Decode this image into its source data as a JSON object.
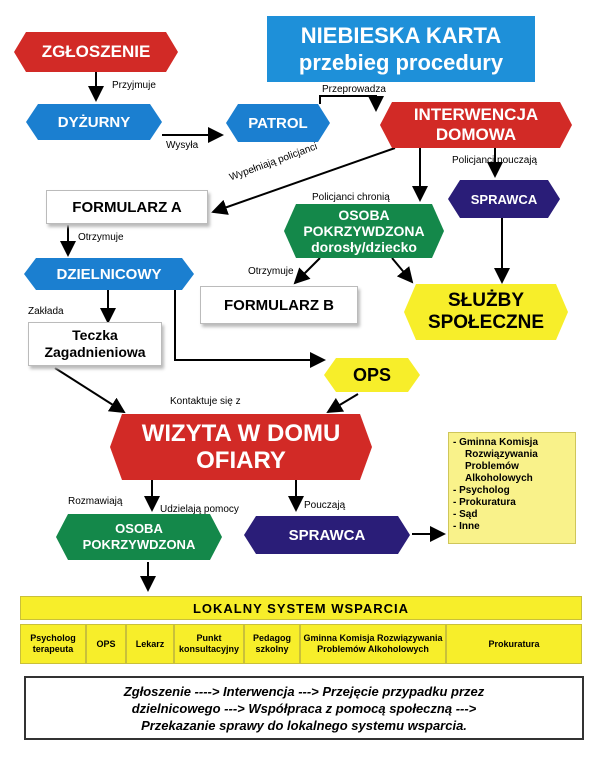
{
  "header": {
    "line1": "NIEBIESKA KARTA",
    "line2": "przebieg procedury"
  },
  "nodes": {
    "zgloszenie": "ZGŁOSZENIE",
    "dyzurny": "DYŻURNY",
    "patrol": "PATROL",
    "interwencja": "INTERWENCJA DOMOWA",
    "formularz_a": "FORMULARZ A",
    "osoba_pokrzywdzona_top": "OSOBA POKRZYWDZONA dorosły/dziecko",
    "sprawca_top": "SPRAWCA",
    "dzielnicowy": "DZIELNICOWY",
    "formularz_b": "FORMULARZ B",
    "sluzby": "SŁUŻBY SPOŁECZNE",
    "teczka": "Teczka Zagadnieniowa",
    "ops": "OPS",
    "wizyta": "WIZYTA W DOMU OFIARY",
    "osoba_pokrzywdzona_bottom": "OSOBA POKRZYWDZONA",
    "sprawca_bottom": "SPRAWCA"
  },
  "labels": {
    "przyjmuje": "Przyjmuje",
    "wysyla": "Wysyła",
    "przeprowadza": "Przeprowadza",
    "wypelniaja": "Wypełniają policjanci",
    "policjanci_chronia": "Policjanci chronią",
    "policjanci_poucza": "Policjanci pouczają",
    "otrzymuje_a": "Otrzymuje",
    "otrzymuje_b": "Otrzymuje",
    "zaklada": "Zakłada",
    "kontaktuje": "Kontaktuje się z",
    "rozmawiaja": "Rozmawiają",
    "udzielaja": "Udzielają pomocy",
    "pouczaja": "Pouczają"
  },
  "side_list": [
    "- Gminna Komisja",
    "Rozwiązywania",
    "Problemów",
    "Alkoholowych",
    "- Psycholog",
    "- Prokuratura",
    "- Sąd",
    "- Inne"
  ],
  "local_system": {
    "title": "LOKALNY SYSTEM WSPARCIA",
    "items": [
      "Psycholog terapeuta",
      "OPS",
      "Lekarz",
      "Punkt konsultacyjny",
      "Pedagog szkolny",
      "Gminna Komisja Rozwiązywania Problemów Alkoholowych",
      "Prokuratura"
    ]
  },
  "summary": {
    "line1": "Zgłoszenie ----> Interwencja ---> Przejęcie przypadku przez",
    "line2": "dzielnicowego ---> Współpraca z pomocą społeczną --->",
    "line3": "Przekazanie sprawy do lokalnego systemu wsparcia."
  },
  "colors": {
    "red": "#d22a26",
    "blue": "#1b7fd0",
    "green": "#14884a",
    "navy": "#2a1d78",
    "yellow": "#f7ee2a"
  }
}
